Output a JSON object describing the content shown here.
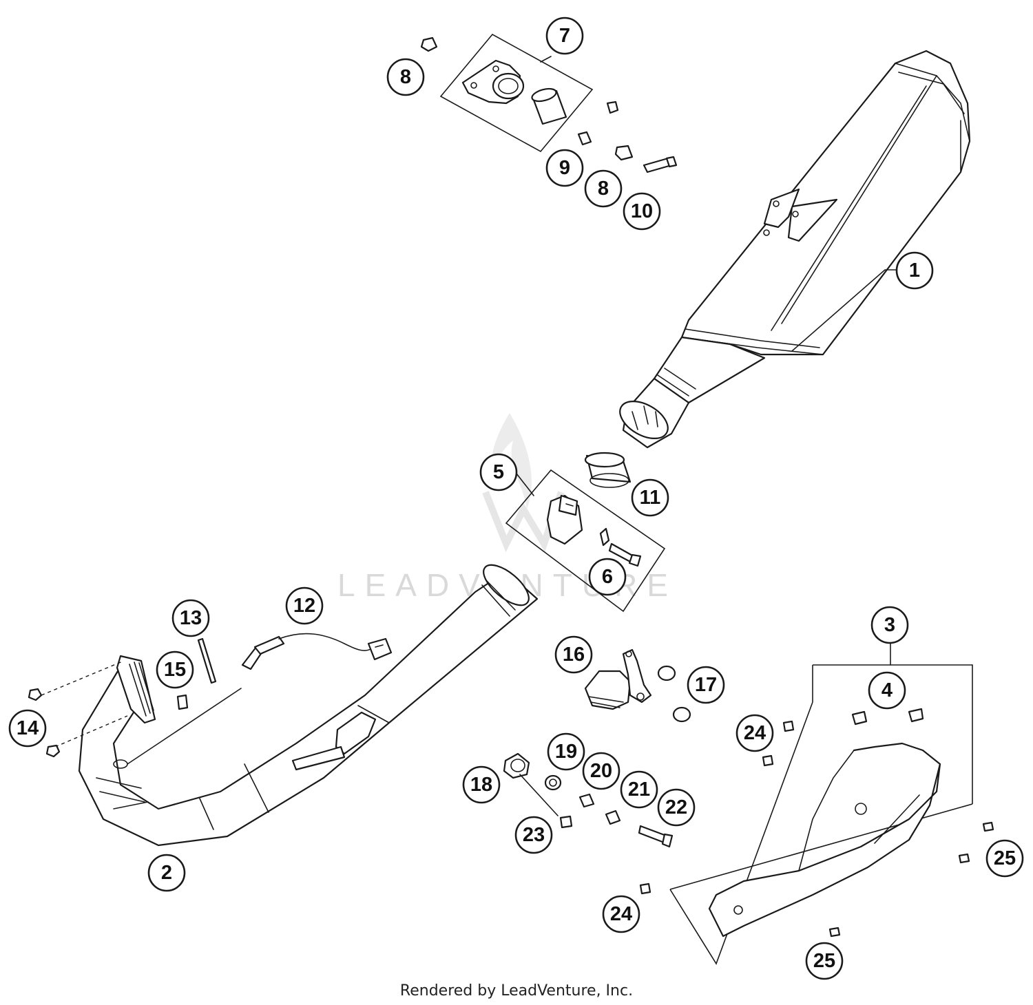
{
  "watermark": "LEADVENTURE",
  "footer": "Rendered by LeadVenture, Inc.",
  "callouts": [
    {
      "id": "c1",
      "label": "1"
    },
    {
      "id": "c2",
      "label": "2"
    },
    {
      "id": "c3",
      "label": "3"
    },
    {
      "id": "c4",
      "label": "4"
    },
    {
      "id": "c5",
      "label": "5"
    },
    {
      "id": "c6",
      "label": "6"
    },
    {
      "id": "c7",
      "label": "7"
    },
    {
      "id": "c8a",
      "label": "8"
    },
    {
      "id": "c8b",
      "label": "8"
    },
    {
      "id": "c9",
      "label": "9"
    },
    {
      "id": "c10",
      "label": "10"
    },
    {
      "id": "c11",
      "label": "11"
    },
    {
      "id": "c12",
      "label": "12"
    },
    {
      "id": "c13",
      "label": "13"
    },
    {
      "id": "c14",
      "label": "14"
    },
    {
      "id": "c15",
      "label": "15"
    },
    {
      "id": "c16",
      "label": "16"
    },
    {
      "id": "c17",
      "label": "17"
    },
    {
      "id": "c18",
      "label": "18"
    },
    {
      "id": "c19",
      "label": "19"
    },
    {
      "id": "c20",
      "label": "20"
    },
    {
      "id": "c21",
      "label": "21"
    },
    {
      "id": "c22",
      "label": "22"
    },
    {
      "id": "c23",
      "label": "23"
    },
    {
      "id": "c24a",
      "label": "24"
    },
    {
      "id": "c24b",
      "label": "24"
    },
    {
      "id": "c25a",
      "label": "25"
    },
    {
      "id": "c25b",
      "label": "25"
    }
  ]
}
